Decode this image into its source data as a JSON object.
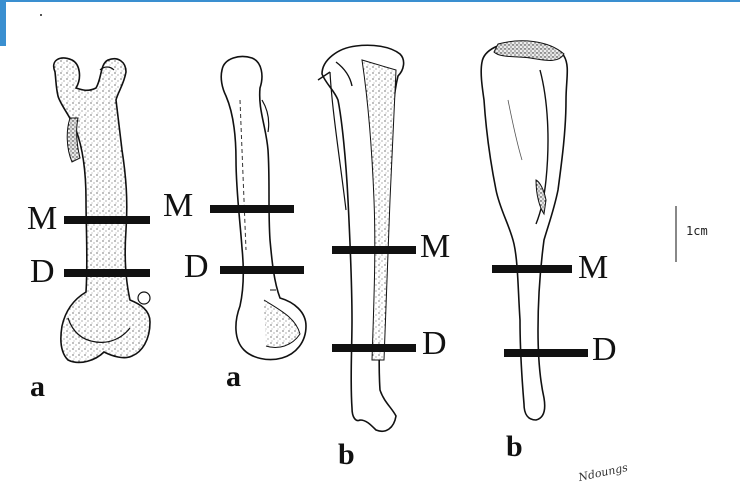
{
  "labels": {
    "mid": "M",
    "distal": "D",
    "femur": "a",
    "tibiotarsus": "b"
  },
  "scale": {
    "text": "1cm"
  },
  "signature": "Ndoungs"
}
